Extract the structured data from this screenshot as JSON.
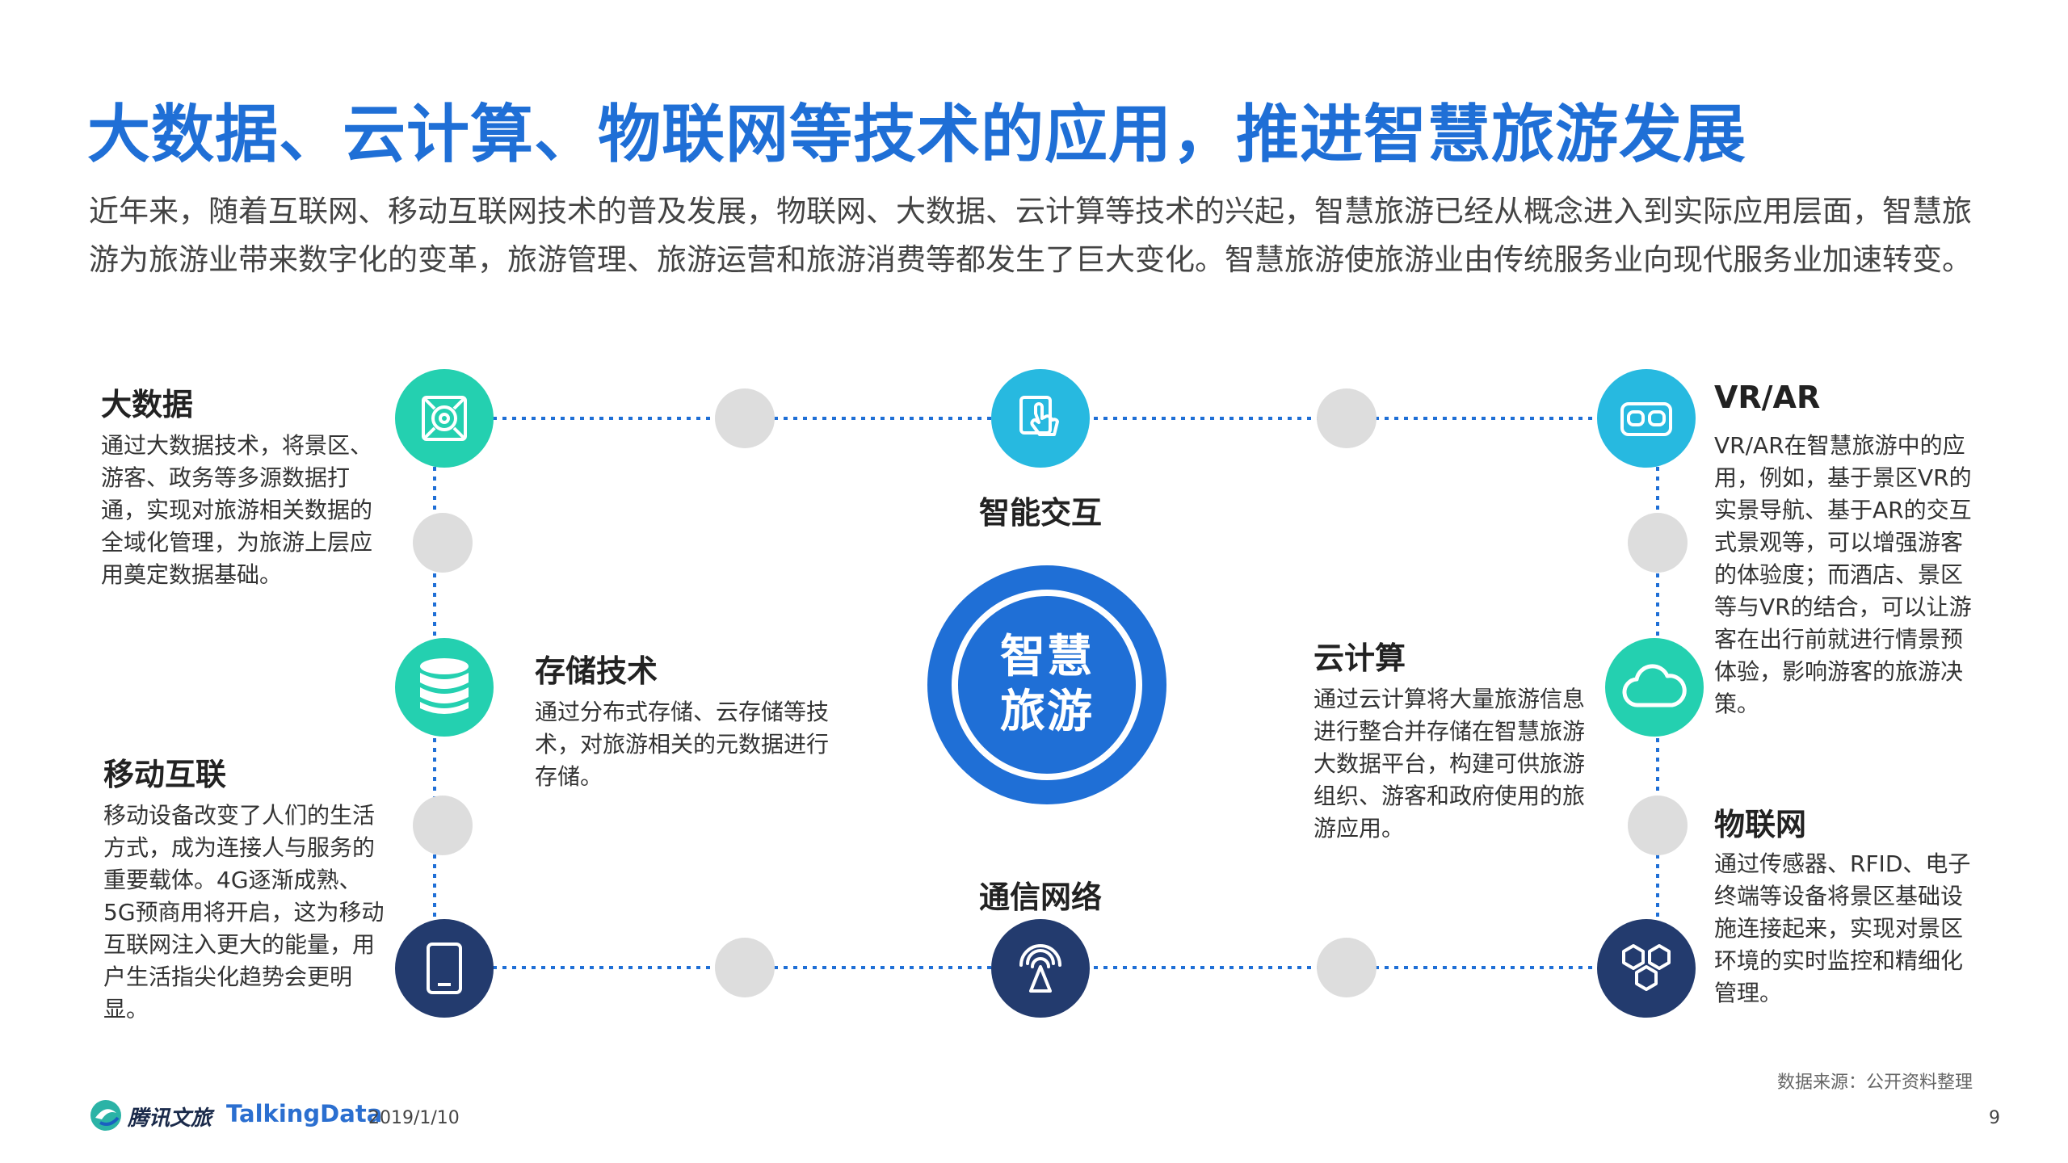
{
  "title": "大数据、云计算、物联网等技术的应用，推进智慧旅游发展",
  "intro": "近年来，随着互联网、移动互联网技术的普及发展，物联网、大数据、云计算等技术的兴起，智慧旅游已经从概念进入到实际应用层面，智慧旅游为旅游业带来数字化的变革，旅游管理、旅游运营和旅游消费等都发生了巨大变化。智慧旅游使旅游业由传统服务业向现代服务业加速转变。",
  "hub": "智慧旅游",
  "blocks": {
    "bigdata": {
      "title": "大数据",
      "desc": "通过大数据技术，将景区、游客、政务等多源数据打通，实现对旅游相关数据的全域化管理，为旅游上层应用奠定数据基础。"
    },
    "mobile": {
      "title": "移动互联",
      "desc": "移动设备改变了人们的生活方式，成为连接人与服务的重要载体。4G逐渐成熟、5G预商用将开启，这为移动互联网注入更大的能量，用户生活指尖化趋势会更明显。"
    },
    "storage": {
      "title": "存储技术",
      "desc": "通过分布式存储、云存储等技术，对旅游相关的元数据进行存储。"
    },
    "interaction": {
      "title": "智能交互"
    },
    "network": {
      "title": "通信网络"
    },
    "cloud": {
      "title": "云计算",
      "desc": "通过云计算将大量旅游信息进行整合并存储在智慧旅游大数据平台，构建可供旅游组织、游客和政府使用的旅游应用。"
    },
    "vrar": {
      "title": "VR/AR",
      "desc": "VR/AR在智慧旅游中的应用，例如，基于景区VR的实景导航、基于AR的交互式景观等，可以增强游客的体验度；而酒店、景区等与VR的结合，可以让游客在出行前就进行情景预体验，影响游客的旅游决策。"
    },
    "iot": {
      "title": "物联网",
      "desc": "通过传感器、RFID、电子终端等设备将景区基础设施连接起来，实现对景区环境的实时监控和精细化管理。"
    }
  },
  "footer": {
    "brand1": "腾讯文旅",
    "brand2": "TalkingData",
    "date": "2019/1/10",
    "source": "数据来源：公开资料整理",
    "page": "9"
  },
  "icons": {
    "bigdata": "data-frame-icon",
    "interaction": "touch-hand-icon",
    "vrar": "vr-goggles-icon",
    "storage": "database-icon",
    "cloud": "cloud-icon",
    "mobile": "tablet-icon",
    "network": "antenna-icon",
    "iot": "hexagon-network-icon"
  },
  "colors": {
    "title": "#1f6fd6",
    "teal": "#24d0b0",
    "sky": "#27b9e0",
    "navy": "#233b6e",
    "hub": "#1f6fd6",
    "connector": "#1f6fd6"
  }
}
